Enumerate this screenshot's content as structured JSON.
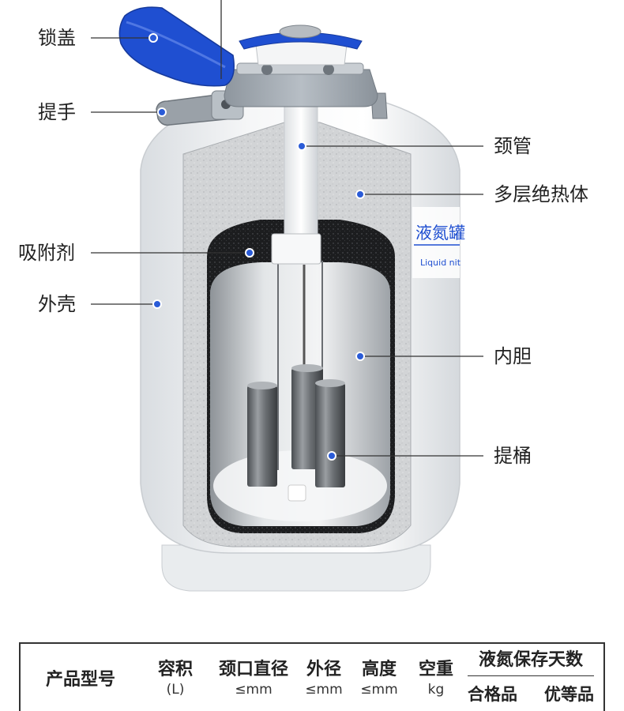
{
  "labels": {
    "lock_cover": "锁盖",
    "handle": "提手",
    "neck_tube": "颈管",
    "insulation": "多层绝热体",
    "adsorbent": "吸附剂",
    "outer_shell": "外壳",
    "inner_tank": "内胆",
    "canister": "提桶"
  },
  "tank_sticker": {
    "cn": "液氮罐",
    "en": "Liquid nit"
  },
  "spec_table": {
    "model": "产品型号",
    "capacity": {
      "label": "容积",
      "unit": "(L)"
    },
    "neck_diameter": {
      "label": "颈口直径",
      "unit": "≤mm"
    },
    "outer_diameter": {
      "label": "外径",
      "unit": "≤mm"
    },
    "height": {
      "label": "高度",
      "unit": "≤mm"
    },
    "empty_weight": {
      "label": "空重",
      "unit": "kg"
    },
    "retention_days": {
      "label": "液氮保存天数",
      "qualified": "合格品",
      "superior": "优等品"
    }
  },
  "colors": {
    "accent_blue": "#2a5bd7",
    "lid_blue": "#1f4fd1",
    "shell_white": "#eef0f2"
  }
}
